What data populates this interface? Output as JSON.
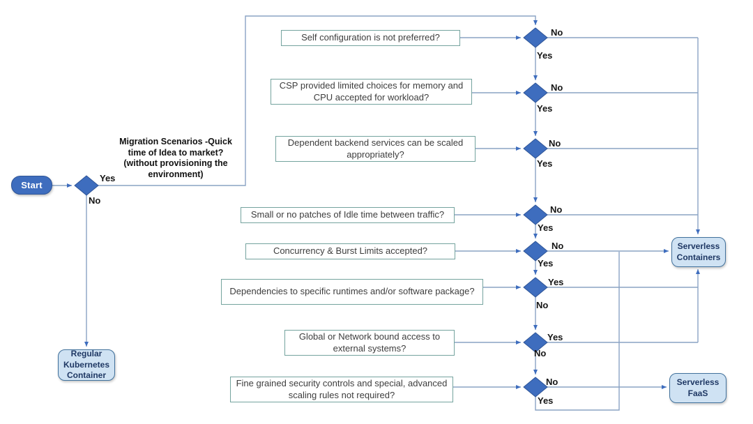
{
  "diagram": {
    "title": "Serverless decision flowchart",
    "colors": {
      "node_fill": "#3e6dbe",
      "node_border": "#2f5597",
      "line": "#8aa3c4",
      "arrow": "#3e6dbe",
      "question_border": "#74a39e",
      "result_fill": "#cfe2f3",
      "result_border": "#41719c",
      "result_text": "#1f3864"
    },
    "start": {
      "label": "Start"
    },
    "start_decision": {
      "note": "Migration Scenarios -Quick time of Idea to market? (without provisioning the environment)",
      "yes_label": "Yes",
      "no_label": "No"
    },
    "questions": [
      {
        "text": "Self configuration is not preferred?",
        "right_label": "No",
        "down_label": "Yes"
      },
      {
        "text": "CSP provided limited choices for memory and CPU accepted for workload?",
        "right_label": "No",
        "down_label": "Yes"
      },
      {
        "text": "Dependent backend services can be scaled appropriately?",
        "right_label": "No",
        "down_label": "Yes"
      },
      {
        "text": "Small or no patches of Idle time between traffic?",
        "right_label": "No",
        "down_label": "Yes"
      },
      {
        "text": "Concurrency & Burst Limits accepted?",
        "right_label": "No",
        "down_label": "Yes"
      },
      {
        "text": "Dependencies to specific runtimes and/or software package?",
        "right_label": "Yes",
        "down_label": "No"
      },
      {
        "text": "Global or Network bound access to external systems?",
        "right_label": "Yes",
        "down_label": "No"
      },
      {
        "text": "Fine grained security controls and special, advanced scaling rules not required?",
        "right_label": "No",
        "down_label": "Yes"
      }
    ],
    "results": {
      "kubernetes": {
        "label": "Regular Kubernetes Container"
      },
      "serverless_containers": {
        "label": "Serverless Containers"
      },
      "serverless_faas": {
        "label": "Serverless FaaS"
      }
    }
  }
}
